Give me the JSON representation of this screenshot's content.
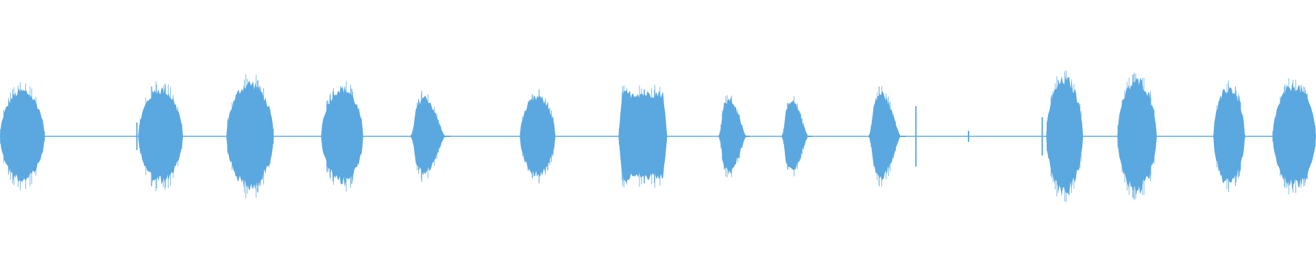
{
  "waveform": {
    "color": "#5BA8E0",
    "baseline_color": "#5BA8E0",
    "bursts": [
      {
        "start": 0.0,
        "end": 0.034,
        "amp": 0.36,
        "shape": "dome"
      },
      {
        "start": 0.105,
        "end": 0.139,
        "amp": 0.37,
        "shape": "dome"
      },
      {
        "start": 0.172,
        "end": 0.208,
        "amp": 0.42,
        "shape": "dome"
      },
      {
        "start": 0.244,
        "end": 0.276,
        "amp": 0.38,
        "shape": "dome"
      },
      {
        "start": 0.312,
        "end": 0.342,
        "amp": 0.4,
        "shape": "taper"
      },
      {
        "start": 0.395,
        "end": 0.422,
        "amp": 0.31,
        "shape": "dome"
      },
      {
        "start": 0.47,
        "end": 0.507,
        "amp": 0.34,
        "shape": "flat"
      },
      {
        "start": 0.546,
        "end": 0.57,
        "amp": 0.38,
        "shape": "taper"
      },
      {
        "start": 0.594,
        "end": 0.617,
        "amp": 0.35,
        "shape": "taper"
      },
      {
        "start": 0.66,
        "end": 0.688,
        "amp": 0.44,
        "shape": "taper"
      },
      {
        "start": 0.795,
        "end": 0.823,
        "amp": 0.45,
        "shape": "dome"
      },
      {
        "start": 0.849,
        "end": 0.879,
        "amp": 0.44,
        "shape": "dome"
      },
      {
        "start": 0.922,
        "end": 0.946,
        "amp": 0.38,
        "shape": "dome"
      },
      {
        "start": 0.967,
        "end": 1.0,
        "amp": 0.4,
        "shape": "dome"
      }
    ],
    "spikes": [
      {
        "pos": 0.104,
        "amp": 0.1
      },
      {
        "pos": 0.696,
        "amp": 0.22
      },
      {
        "pos": 0.736,
        "amp": 0.04
      },
      {
        "pos": 0.792,
        "amp": 0.14
      }
    ]
  }
}
